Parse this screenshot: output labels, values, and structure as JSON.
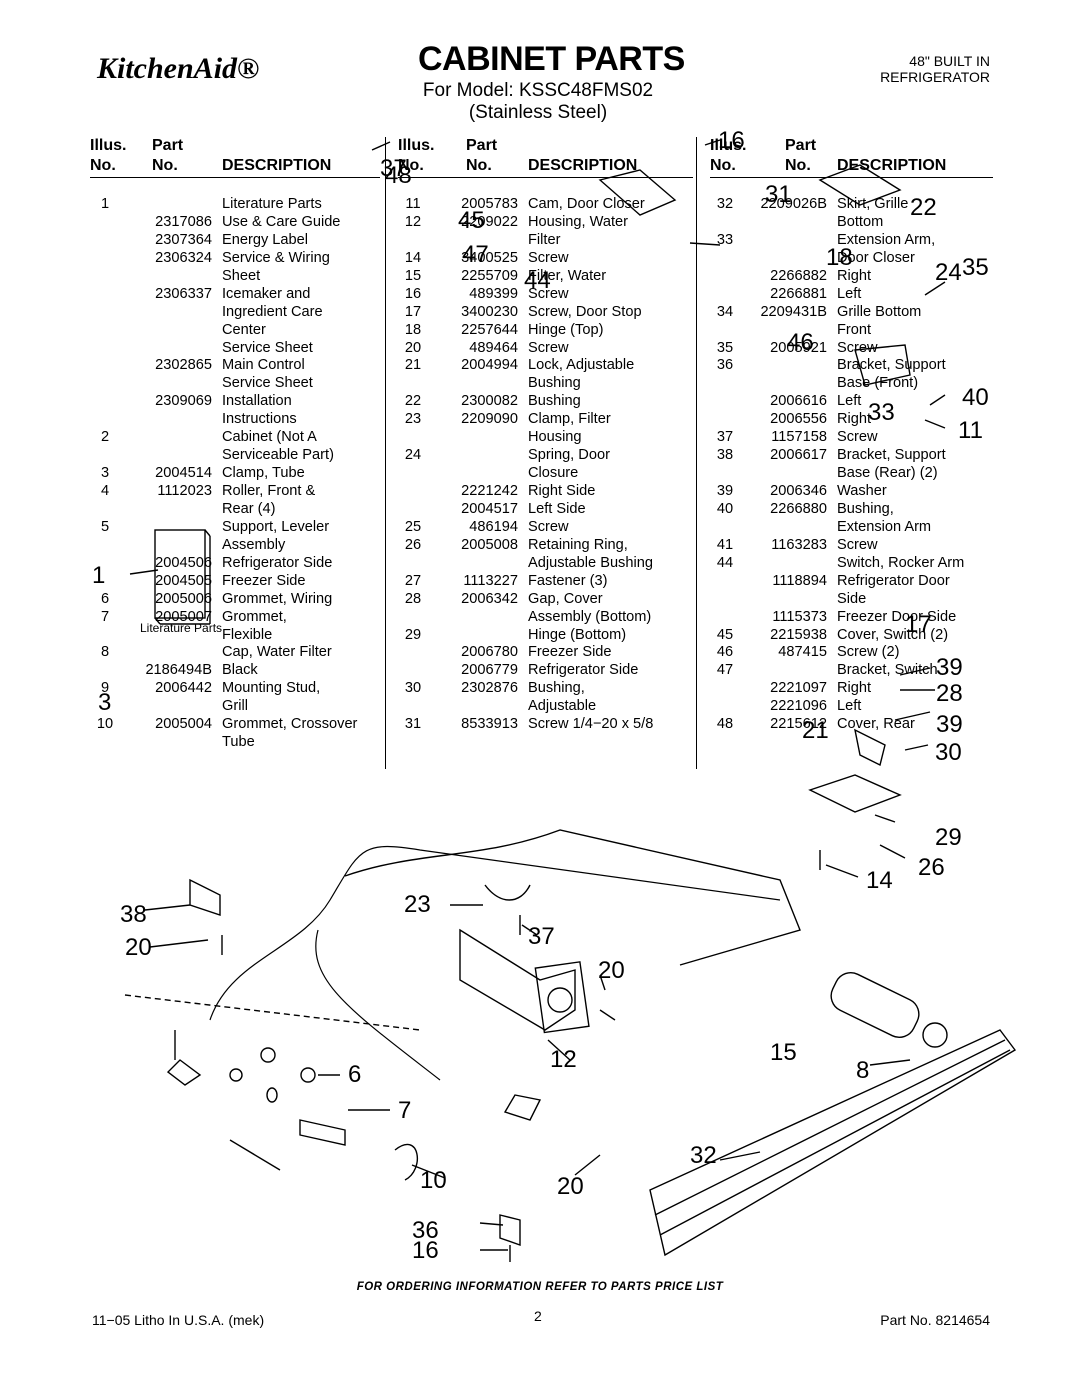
{
  "header": {
    "brand": "KitchenAid®",
    "title": "CABINET PARTS",
    "model_line1": "For Model: KSSC48FMS02",
    "model_line2": "(Stainless Steel)",
    "type_line1": "48\" BUILT IN",
    "type_line2": "REFRIGERATOR"
  },
  "table_headers": {
    "illus": "Illus.",
    "no": "No.",
    "part": "Part",
    "description": "DESCRIPTION"
  },
  "columns": [
    [
      {
        "n": "1",
        "p": "",
        "d": "Literature Parts"
      },
      {
        "n": "",
        "p": "2317086",
        "d": "Use & Care Guide"
      },
      {
        "n": "",
        "p": "2307364",
        "d": "Energy Label"
      },
      {
        "n": "",
        "p": "2306324",
        "d": "Service & Wiring"
      },
      {
        "n": "",
        "p": "",
        "d": "Sheet"
      },
      {
        "n": "",
        "p": "2306337",
        "d": "Icemaker and"
      },
      {
        "n": "",
        "p": "",
        "d": "Ingredient Care"
      },
      {
        "n": "",
        "p": "",
        "d": "Center"
      },
      {
        "n": "",
        "p": "",
        "d": "Service Sheet"
      },
      {
        "n": "",
        "p": "2302865",
        "d": "Main Control"
      },
      {
        "n": "",
        "p": "",
        "d": "Service Sheet"
      },
      {
        "n": "",
        "p": "2309069",
        "d": "Installation"
      },
      {
        "n": "",
        "p": "",
        "d": "Instructions"
      },
      {
        "n": "2",
        "p": "",
        "d": "Cabinet (Not A"
      },
      {
        "n": "",
        "p": "",
        "d": "Serviceable Part)"
      },
      {
        "n": "3",
        "p": "2004514",
        "d": "Clamp, Tube"
      },
      {
        "n": "4",
        "p": "1112023",
        "d": "Roller, Front &"
      },
      {
        "n": "",
        "p": "",
        "d": "Rear (4)"
      },
      {
        "n": "5",
        "p": "",
        "d": "Support, Leveler"
      },
      {
        "n": "",
        "p": "",
        "d": "Assembly"
      },
      {
        "n": "",
        "p": "2004506",
        "d": "Refrigerator Side"
      },
      {
        "n": "",
        "p": "2004505",
        "d": "Freezer Side"
      },
      {
        "n": "6",
        "p": "2005006",
        "d": "Grommet, Wiring"
      },
      {
        "n": "7",
        "p": "2005007",
        "d": "Grommet,"
      },
      {
        "n": "",
        "p": "",
        "d": "Flexible"
      },
      {
        "n": "8",
        "p": "",
        "d": "Cap, Water Filter"
      },
      {
        "n": "",
        "p": "2186494B",
        "d": "Black"
      },
      {
        "n": "9",
        "p": "2006442",
        "d": "Mounting Stud,"
      },
      {
        "n": "",
        "p": "",
        "d": "Grill"
      },
      {
        "n": "10",
        "p": "2005004",
        "d": "Grommet, Crossover"
      },
      {
        "n": "",
        "p": "",
        "d": "Tube"
      }
    ],
    [
      {
        "n": "11",
        "p": "2005783",
        "d": "Cam, Door Closer"
      },
      {
        "n": "12",
        "p": "2209022",
        "d": "Housing, Water"
      },
      {
        "n": "",
        "p": "",
        "d": "Filter"
      },
      {
        "n": "14",
        "p": "3400525",
        "d": "Screw"
      },
      {
        "n": "15",
        "p": "2255709",
        "d": "Filter, Water"
      },
      {
        "n": "16",
        "p": "489399",
        "d": "Screw"
      },
      {
        "n": "17",
        "p": "3400230",
        "d": "Screw, Door Stop"
      },
      {
        "n": "18",
        "p": "2257644",
        "d": "Hinge (Top)"
      },
      {
        "n": "20",
        "p": "489464",
        "d": "Screw"
      },
      {
        "n": "21",
        "p": "2004994",
        "d": "Lock, Adjustable"
      },
      {
        "n": "",
        "p": "",
        "d": "Bushing"
      },
      {
        "n": "22",
        "p": "2300082",
        "d": "Bushing"
      },
      {
        "n": "23",
        "p": "2209090",
        "d": "Clamp, Filter"
      },
      {
        "n": "",
        "p": "",
        "d": "Housing"
      },
      {
        "n": "24",
        "p": "",
        "d": "Spring, Door"
      },
      {
        "n": "",
        "p": "",
        "d": "Closure"
      },
      {
        "n": "",
        "p": "2221242",
        "d": "Right Side"
      },
      {
        "n": "",
        "p": "2004517",
        "d": "Left Side"
      },
      {
        "n": "25",
        "p": "486194",
        "d": "Screw"
      },
      {
        "n": "26",
        "p": "2005008",
        "d": "Retaining Ring,"
      },
      {
        "n": "",
        "p": "",
        "d": "Adjustable Bushing"
      },
      {
        "n": "27",
        "p": "1113227",
        "d": "Fastener (3)"
      },
      {
        "n": "28",
        "p": "2006342",
        "d": "Gap, Cover"
      },
      {
        "n": "",
        "p": "",
        "d": "Assembly (Bottom)"
      },
      {
        "n": "29",
        "p": "",
        "d": "Hinge (Bottom)"
      },
      {
        "n": "",
        "p": "2006780",
        "d": "Freezer Side"
      },
      {
        "n": "",
        "p": "2006779",
        "d": "Refrigerator Side"
      },
      {
        "n": "30",
        "p": "2302876",
        "d": "Bushing,"
      },
      {
        "n": "",
        "p": "",
        "d": "Adjustable"
      },
      {
        "n": "31",
        "p": "8533913",
        "d": "Screw 1/4−20 x 5/8"
      }
    ],
    [
      {
        "n": "32",
        "p": "2209026B",
        "d": "Skirt, Grille"
      },
      {
        "n": "",
        "p": "",
        "d": "Bottom"
      },
      {
        "n": "33",
        "p": "",
        "d": "Extension Arm,"
      },
      {
        "n": "",
        "p": "",
        "d": "Door Closer"
      },
      {
        "n": "",
        "p": "2266882",
        "d": "Right"
      },
      {
        "n": "",
        "p": "2266881",
        "d": "Left"
      },
      {
        "n": "34",
        "p": "2209431B",
        "d": "Grille Bottom"
      },
      {
        "n": "",
        "p": "",
        "d": "Front"
      },
      {
        "n": "35",
        "p": "2005921",
        "d": "Screw"
      },
      {
        "n": "36",
        "p": "",
        "d": "Bracket, Support"
      },
      {
        "n": "",
        "p": "",
        "d": "Base (Front)"
      },
      {
        "n": "",
        "p": "2006616",
        "d": "Left"
      },
      {
        "n": "",
        "p": "2006556",
        "d": "Right"
      },
      {
        "n": "37",
        "p": "1157158",
        "d": "Screw"
      },
      {
        "n": "38",
        "p": "2006617",
        "d": "Bracket, Support"
      },
      {
        "n": "",
        "p": "",
        "d": "Base (Rear) (2)"
      },
      {
        "n": "39",
        "p": "2006346",
        "d": "Washer"
      },
      {
        "n": "40",
        "p": "2266880",
        "d": "Bushing,"
      },
      {
        "n": "",
        "p": "",
        "d": "Extension Arm"
      },
      {
        "n": "41",
        "p": "1163283",
        "d": "Screw"
      },
      {
        "n": "44",
        "p": "",
        "d": "Switch, Rocker Arm"
      },
      {
        "n": "",
        "p": "1118894",
        "d": "Refrigerator Door"
      },
      {
        "n": "",
        "p": "",
        "d": "Side"
      },
      {
        "n": "",
        "p": "1115373",
        "d": "Freezer Door Side"
      },
      {
        "n": "45",
        "p": "2215938",
        "d": "Cover, Switch (2)"
      },
      {
        "n": "46",
        "p": "487415",
        "d": "Screw (2)"
      },
      {
        "n": "47",
        "p": "",
        "d": "Bracket, Switch"
      },
      {
        "n": "",
        "p": "2221097",
        "d": "Right"
      },
      {
        "n": "",
        "p": "2221096",
        "d": "Left"
      },
      {
        "n": "48",
        "p": "2215612",
        "d": "Cover, Rear"
      }
    ]
  ],
  "diagram": {
    "literature_label": "Literature Parts",
    "callouts": [
      "1",
      "3",
      "6",
      "7",
      "8",
      "10",
      "11",
      "12",
      "14",
      "15",
      "16",
      "17",
      "18",
      "20",
      "20",
      "20",
      "21",
      "22",
      "23",
      "24",
      "26",
      "28",
      "29",
      "30",
      "32",
      "33",
      "35",
      "36",
      "37",
      "37",
      "38",
      "39",
      "39",
      "40",
      "44",
      "45",
      "46",
      "47",
      "48",
      "16"
    ]
  },
  "footer": {
    "order_note": "FOR ORDERING INFORMATION REFER TO PARTS PRICE LIST",
    "litho": "11−05 Litho In U.S.A. (mek)",
    "page": "2",
    "part_no": "Part No. 8214654"
  }
}
